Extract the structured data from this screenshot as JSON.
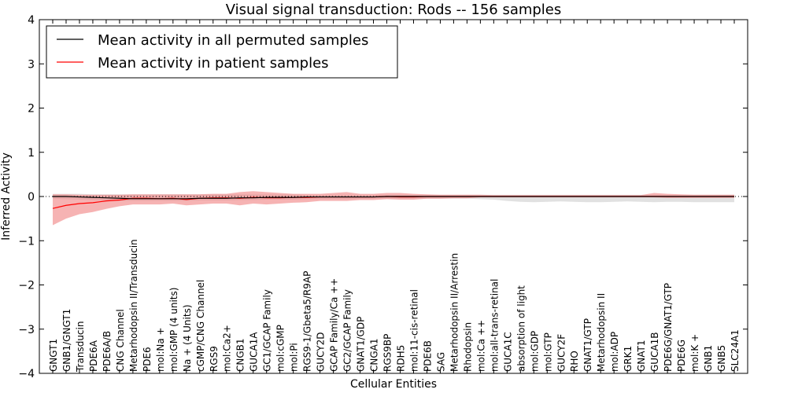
{
  "chart_data": {
    "type": "line",
    "title": "Visual signal transduction: Rods -- 156 samples",
    "xlabel": "Cellular Entities",
    "ylabel": "Inferred Activity",
    "ylim": [
      -4,
      4
    ],
    "yticks": [
      4,
      3,
      2,
      1,
      0,
      -1,
      -2,
      -3,
      -4
    ],
    "legend_position": "top-left",
    "categories": [
      "GNGT1",
      "GNB1/GNGT1",
      "Transducin",
      "PDE6A",
      "PDE6A/B",
      "CNG Channel",
      "Metarhodopsin II/Transducin",
      "PDE6",
      "mol:Na +",
      "mol:GMP (4 units)",
      "Na + (4 Units)",
      "cGMP/CNG Channel",
      "RGS9",
      "mol:Ca2+",
      "CNGB1",
      "GUCA1A",
      "GC1/GCAP Family",
      "mol:cGMP",
      "mol:Pi",
      "RGS9-1/Gbeta5/R9AP",
      "GUCY2D",
      "GCAP Family/Ca ++",
      "GC2/GCAP Family",
      "GNAT1/GDP",
      "CNGA1",
      "RGS9BP",
      "RDH5",
      "mol:11-cis-retinal",
      "PDE6B",
      "SAG",
      "Metarhodopsin II/Arrestin",
      "Rhodopsin",
      "mol:Ca ++",
      "mol:all-trans-retinal",
      "GUCA1C",
      "absorption of light",
      "mol:GDP",
      "mol:GTP",
      "GUCY2F",
      "RHO",
      "GNAT1/GTP",
      "Metarhodopsin II",
      "mol:ADP",
      "GRK1",
      "GNAT1",
      "GUCA1B",
      "PDE6G/GNAT1/GTP",
      "PDE6G",
      "mol:K +",
      "GNB1",
      "GNB5",
      "SLC24A1"
    ],
    "series": [
      {
        "name": "Mean activity in all permuted samples",
        "color": "#000000",
        "values": [
          0.0,
          0.0,
          -0.01,
          -0.02,
          -0.03,
          -0.04,
          -0.05,
          -0.05,
          -0.05,
          -0.05,
          -0.05,
          -0.04,
          -0.04,
          -0.04,
          -0.03,
          -0.03,
          -0.02,
          -0.02,
          -0.02,
          -0.01,
          -0.01,
          -0.01,
          -0.01,
          -0.01,
          -0.01,
          0.0,
          0.0,
          0.0,
          0.0,
          0.0,
          0.0,
          0.0,
          0.0,
          0.0,
          0.0,
          0.0,
          0.0,
          0.0,
          0.0,
          0.0,
          0.0,
          0.0,
          0.0,
          0.0,
          0.0,
          0.0,
          0.0,
          0.0,
          0.0,
          0.0,
          0.0,
          0.0
        ],
        "band_lower": [
          -0.05,
          -0.06,
          -0.07,
          -0.08,
          -0.09,
          -0.1,
          -0.1,
          -0.1,
          -0.1,
          -0.1,
          -0.1,
          -0.09,
          -0.09,
          -0.09,
          -0.08,
          -0.08,
          -0.07,
          -0.07,
          -0.07,
          -0.06,
          -0.06,
          -0.06,
          -0.06,
          -0.05,
          -0.05,
          -0.05,
          -0.05,
          -0.05,
          -0.05,
          -0.05,
          -0.05,
          -0.05,
          -0.06,
          -0.07,
          -0.1,
          -0.12,
          -0.13,
          -0.12,
          -0.11,
          -0.12,
          -0.13,
          -0.13,
          -0.12,
          -0.11,
          -0.12,
          -0.13,
          -0.12,
          -0.12,
          -0.13,
          -0.13,
          -0.13,
          -0.13
        ],
        "band_upper": [
          0.06,
          0.06,
          0.06,
          0.05,
          0.05,
          0.05,
          0.05,
          0.05,
          0.05,
          0.05,
          0.05,
          0.05,
          0.05,
          0.05,
          0.05,
          0.05,
          0.05,
          0.05,
          0.05,
          0.04,
          0.04,
          0.04,
          0.04,
          0.04,
          0.04,
          0.04,
          0.04,
          0.04,
          0.04,
          0.04,
          0.04,
          0.04,
          0.04,
          0.04,
          0.04,
          0.04,
          0.04,
          0.04,
          0.04,
          0.04,
          0.04,
          0.04,
          0.04,
          0.04,
          0.04,
          0.04,
          0.04,
          0.04,
          0.04,
          0.04,
          0.04,
          0.04
        ]
      },
      {
        "name": "Mean activity in patient samples",
        "color": "#ff0000",
        "values": [
          -0.27,
          -0.2,
          -0.16,
          -0.14,
          -0.1,
          -0.08,
          -0.04,
          -0.04,
          -0.05,
          -0.04,
          -0.07,
          -0.04,
          -0.03,
          -0.03,
          -0.04,
          -0.02,
          -0.03,
          -0.03,
          -0.02,
          -0.02,
          -0.01,
          -0.01,
          -0.01,
          -0.01,
          -0.01,
          0.0,
          -0.01,
          -0.01,
          0.0,
          0.0,
          0.0,
          0.0,
          0.0,
          0.0,
          0.0,
          0.0,
          0.0,
          0.0,
          0.0,
          0.0,
          0.0,
          0.0,
          0.0,
          0.0,
          0.0,
          0.0,
          0.0,
          0.0,
          0.0,
          0.0,
          0.0,
          0.0
        ],
        "band_lower": [
          -0.65,
          -0.5,
          -0.4,
          -0.35,
          -0.28,
          -0.22,
          -0.18,
          -0.18,
          -0.18,
          -0.16,
          -0.2,
          -0.18,
          -0.16,
          -0.16,
          -0.2,
          -0.16,
          -0.18,
          -0.16,
          -0.14,
          -0.13,
          -0.1,
          -0.1,
          -0.1,
          -0.08,
          -0.08,
          -0.06,
          -0.07,
          -0.07,
          -0.05,
          -0.05,
          -0.04,
          -0.04,
          -0.02,
          -0.02,
          -0.02,
          -0.02,
          -0.02,
          -0.02,
          -0.02,
          -0.02,
          -0.02,
          -0.02,
          -0.02,
          -0.02,
          -0.02,
          -0.02,
          -0.03,
          -0.03,
          -0.03,
          -0.03,
          -0.03,
          -0.03
        ],
        "band_upper": [
          0.05,
          0.05,
          0.04,
          0.04,
          0.04,
          0.04,
          0.05,
          0.05,
          0.05,
          0.05,
          0.05,
          0.05,
          0.06,
          0.06,
          0.1,
          0.12,
          0.1,
          0.08,
          0.06,
          0.06,
          0.06,
          0.08,
          0.1,
          0.06,
          0.06,
          0.08,
          0.08,
          0.06,
          0.05,
          0.04,
          0.04,
          0.04,
          0.04,
          0.03,
          0.03,
          0.03,
          0.03,
          0.03,
          0.03,
          0.03,
          0.03,
          0.03,
          0.03,
          0.03,
          0.03,
          0.08,
          0.06,
          0.05,
          0.04,
          0.04,
          0.04,
          0.04
        ]
      }
    ],
    "band_colors": {
      "permuted": "#d9d9d9",
      "patient": "#f08080"
    }
  }
}
